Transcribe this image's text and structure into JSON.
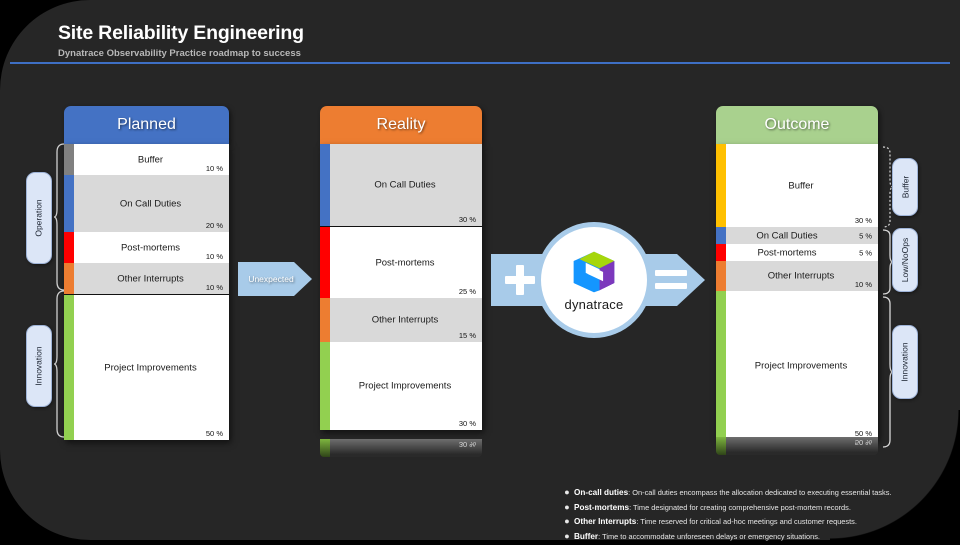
{
  "header": {
    "title": "Site Reliability Engineering",
    "subtitle": "Dynatrace Observability Practice roadmap to success",
    "rule_color": "#3e6fc4"
  },
  "columns": [
    {
      "id": "planned",
      "title": "Planned",
      "header_color": "#4472C4",
      "segments": [
        {
          "label": "Buffer",
          "pct": "10 %",
          "color": "#808080",
          "shade": "white"
        },
        {
          "label": "On Call Duties",
          "pct": "20 %",
          "color": "#4472C4",
          "shade": "gray"
        },
        {
          "label": "Post-mortems",
          "pct": "10 %",
          "color": "#FF0000",
          "shade": "white"
        },
        {
          "label": "Other Interrupts",
          "pct": "10 %",
          "color": "#ED7D31",
          "shade": "gray"
        },
        {
          "label": "Project Improvements",
          "pct": "50 %",
          "color": "#92D050",
          "shade": "white"
        }
      ]
    },
    {
      "id": "reality",
      "title": "Reality",
      "header_color": "#ED7D31",
      "segments": [
        {
          "label": "On Call Duties",
          "pct": "30 %",
          "color": "#4472C4",
          "shade": "gray"
        },
        {
          "label": "Post-mortems",
          "pct": "25 %",
          "color": "#FF0000",
          "shade": "white"
        },
        {
          "label": "Other Interrupts",
          "pct": "15 %",
          "color": "#ED7D31",
          "shade": "gray"
        },
        {
          "label": "Project Improvements",
          "pct": "30 %",
          "color": "#92D050",
          "shade": "white"
        }
      ],
      "reflection_pct": "30 %"
    },
    {
      "id": "outcome",
      "title": "Outcome",
      "header_color": "#A9D18E",
      "segments": [
        {
          "label": "Buffer",
          "pct": "30 %",
          "color": "#FFC000",
          "shade": "white"
        },
        {
          "label": "On Call Duties",
          "pct": "5 %",
          "color": "#4472C4",
          "shade": "gray"
        },
        {
          "label": "Post-mortems",
          "pct": "5 %",
          "color": "#FF0000",
          "shade": "white"
        },
        {
          "label": "Other Interrupts",
          "pct": "10 %",
          "color": "#ED7D31",
          "shade": "gray"
        },
        {
          "label": "Project Improvements",
          "pct": "50 %",
          "color": "#92D050",
          "shade": "white"
        }
      ],
      "reflection_pct": "50 %"
    }
  ],
  "left_brackets": [
    {
      "label": "Operation"
    },
    {
      "label": "Innovation"
    }
  ],
  "right_brackets": [
    {
      "label": "Buffer"
    },
    {
      "label": "Low/NoOps"
    },
    {
      "label": "Innovation"
    }
  ],
  "arrows": {
    "unexpected_label": "Unexpected",
    "plus_glyph": "plus",
    "equals_glyph": "equals",
    "arrow_color": "#a8cbe9"
  },
  "logo": {
    "name": "dynatrace",
    "colors": {
      "green": "#A6D60C",
      "blue": "#1496FF",
      "purple": "#7C38BC",
      "teal": "#00A6FB"
    }
  },
  "legend": [
    {
      "term": "On-call duties",
      "desc": ": On-call duties encompass the allocation dedicated to executing essential tasks."
    },
    {
      "term": "Post-mortems",
      "desc": ": Time designated for creating comprehensive post-mortem records."
    },
    {
      "term": "Other Interrupts",
      "desc": ": Time reserved for critical ad-hoc meetings and customer requests."
    },
    {
      "term": "Buffer",
      "desc": ": Time to accommodate unforeseen delays or emergency situations."
    }
  ]
}
